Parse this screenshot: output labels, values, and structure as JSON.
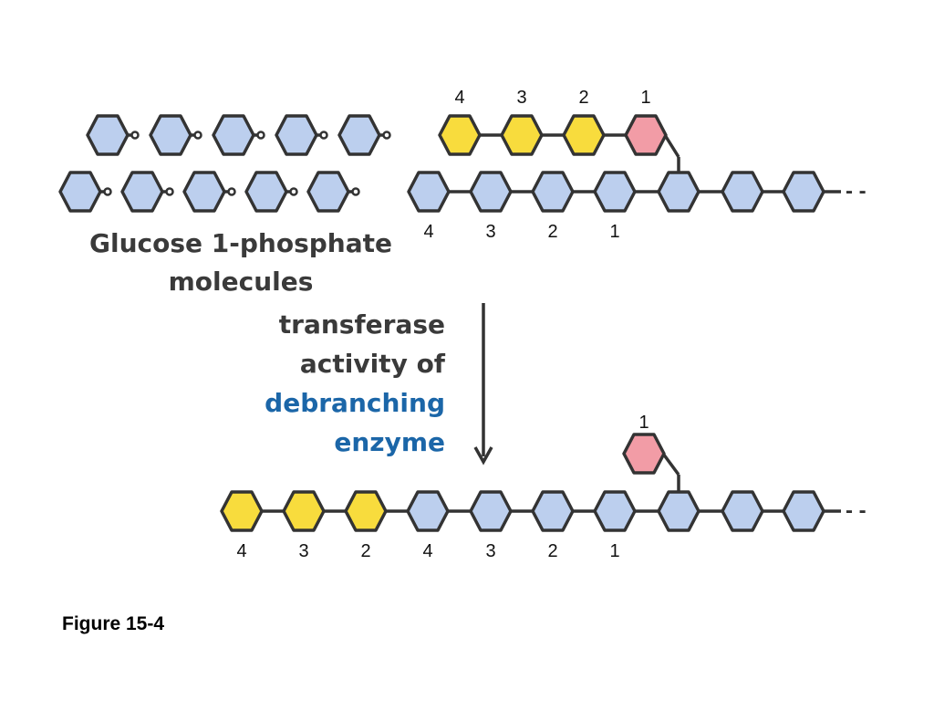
{
  "colors": {
    "blue": "#bccfee",
    "yellow": "#f8dc3d",
    "pink": "#f29ca6",
    "stroke": "#333333",
    "enzyme_text": "#1b66a8",
    "body_text": "#3a3a3a"
  },
  "free_molecules_label": {
    "line1": "Glucose 1-phosphate",
    "line2": "molecules"
  },
  "free_molecules_count": 10,
  "enzyme_label": {
    "line1": "transferase",
    "line2": "activity of",
    "line3": "debranching",
    "line4": "enzyme"
  },
  "top_branch": {
    "colors": [
      "yellow",
      "yellow",
      "yellow",
      "pink"
    ],
    "labels": [
      "4",
      "3",
      "2",
      "1"
    ]
  },
  "top_main_chain": {
    "labels": [
      "4",
      "3",
      "2",
      "1"
    ],
    "continuation": "- -"
  },
  "bottom_chain": {
    "colors": [
      "yellow",
      "yellow",
      "yellow",
      "blue",
      "blue",
      "blue",
      "blue",
      "blue",
      "blue",
      "blue"
    ],
    "labels": [
      "4",
      "3",
      "2",
      "4",
      "3",
      "2",
      "1"
    ],
    "continuation": "- -"
  },
  "bottom_branch_label": "1",
  "figure_label": "Figure 15-4"
}
